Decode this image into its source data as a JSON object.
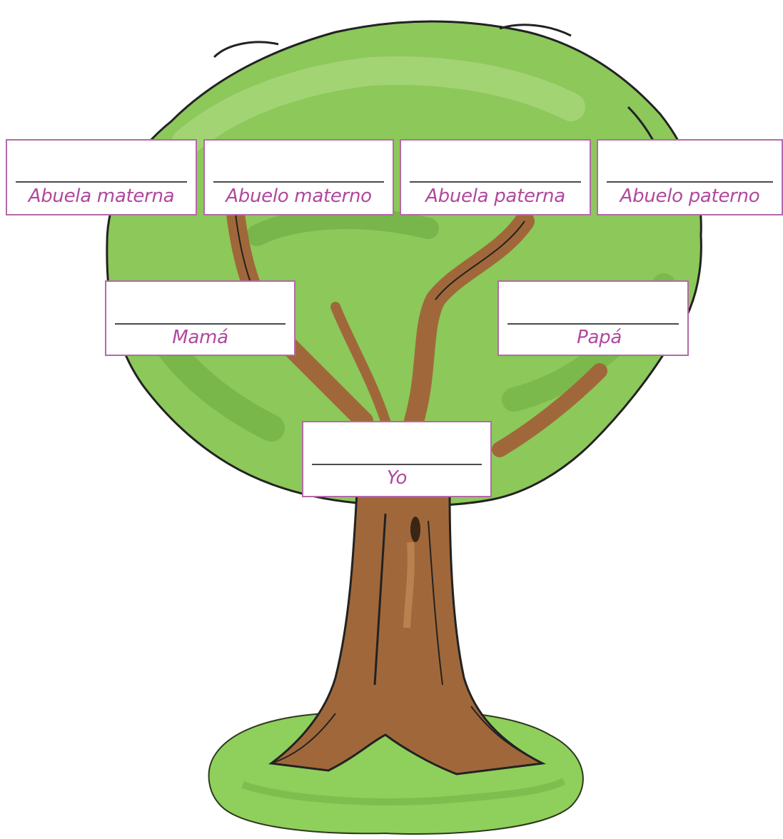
{
  "colors": {
    "label_text": "#b0489e",
    "card_border": "#b36aa8",
    "foliage": "#8cc85a",
    "foliage_dark": "#5f9e3a",
    "trunk": "#a0683a",
    "grass": "#8fcf5c"
  },
  "family_tree": {
    "abuela_materna": "Abuela materna",
    "abuelo_materno": "Abuelo materno",
    "abuela_paterna": "Abuela paterna",
    "abuelo_paterno": "Abuelo paterno",
    "mama": "Mamá",
    "papa": "Papá",
    "yo": "Yo"
  }
}
